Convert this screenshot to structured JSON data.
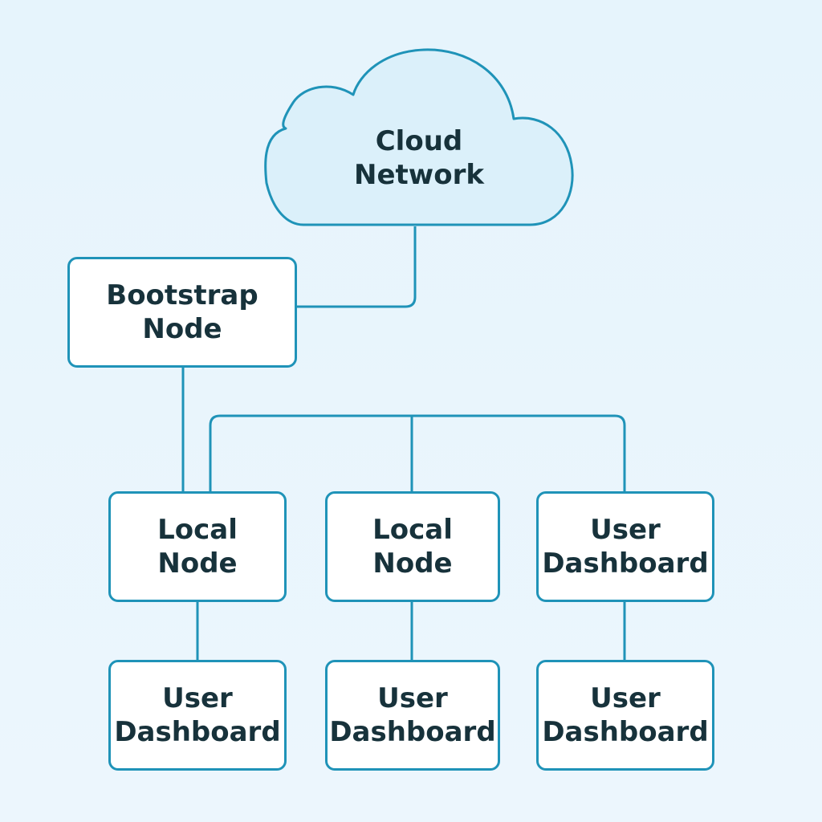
{
  "cloud": {
    "line1": "Cloud",
    "line2": "Network"
  },
  "nodes": {
    "bootstrap": {
      "line1": "Bootstrap",
      "line2": "Node"
    },
    "local_1": {
      "line1": "Local",
      "line2": "Node"
    },
    "local_2": {
      "line1": "Local",
      "line2": "Node"
    },
    "dashboard_top": {
      "line1": "User",
      "line2": "Dashboard"
    },
    "dashboard_1": {
      "line1": "User",
      "line2": "Dashboard"
    },
    "dashboard_2": {
      "line1": "User",
      "line2": "Dashboard"
    },
    "dashboard_3": {
      "line1": "User",
      "line2": "Dashboard"
    }
  },
  "colors": {
    "background": "#e9f5fc",
    "stroke": "#1f93b8",
    "cloud_fill": "#dbf0fa",
    "box_fill": "#ffffff",
    "text": "#17323b"
  },
  "edges": [
    {
      "from": "cloud",
      "to": "bootstrap"
    },
    {
      "from": "bootstrap",
      "to": "local_1"
    },
    {
      "from": "bus",
      "to": "local_1"
    },
    {
      "from": "bus",
      "to": "local_2"
    },
    {
      "from": "bus",
      "to": "dashboard_top"
    },
    {
      "from": "local_1",
      "to": "dashboard_1"
    },
    {
      "from": "local_2",
      "to": "dashboard_2"
    },
    {
      "from": "dashboard_top",
      "to": "dashboard_3"
    }
  ]
}
